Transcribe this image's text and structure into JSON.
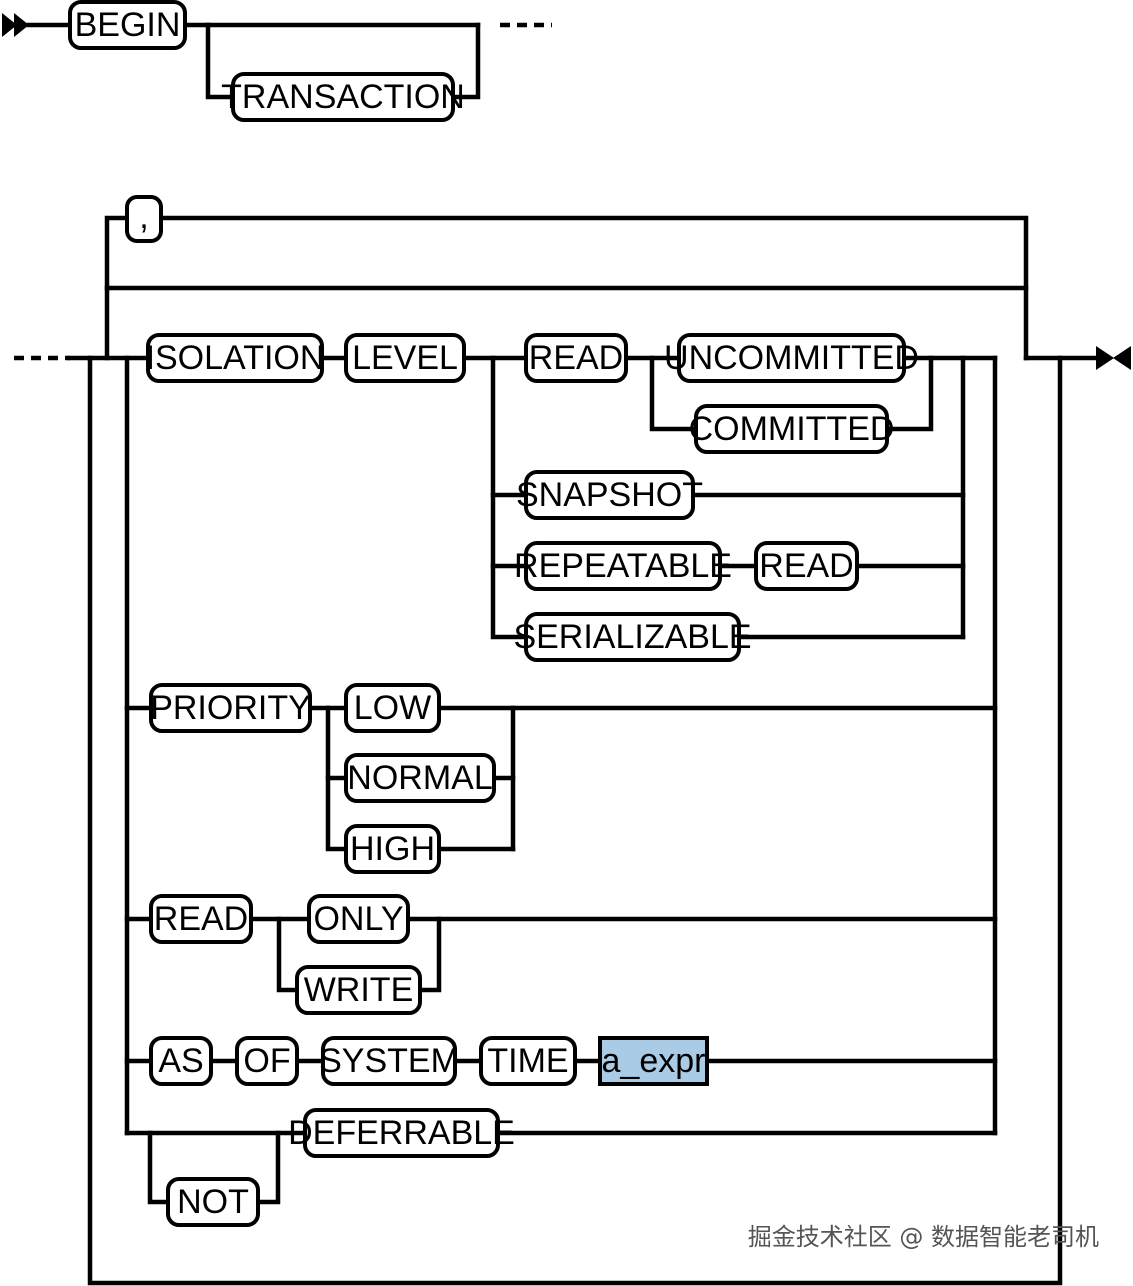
{
  "begin_statement": {
    "begin": "BEGIN",
    "transaction": "TRANSACTION"
  },
  "separator": ",",
  "isolation": {
    "isolation": "ISOLATION",
    "level": "LEVEL",
    "read": "READ",
    "uncommitted": "UNCOMMITTED",
    "committed": "COMMITTED",
    "snapshot": "SNAPSHOT",
    "repeatable": "REPEATABLE",
    "repeatable_read": "READ",
    "serializable": "SERIALIZABLE"
  },
  "priority": {
    "priority": "PRIORITY",
    "low": "LOW",
    "normal": "NORMAL",
    "high": "HIGH"
  },
  "access_mode": {
    "read": "READ",
    "only": "ONLY",
    "write": "WRITE"
  },
  "as_of": {
    "as": "AS",
    "of": "OF",
    "system": "SYSTEM",
    "time": "TIME",
    "expr": "a_expr"
  },
  "deferrable": {
    "not": "NOT",
    "deferrable": "DEFERRABLE"
  },
  "watermark": "掘金技术社区 @ 数据智能老司机",
  "colors": {
    "line": "#000000",
    "terminal_fill": "#ffffff",
    "nonterminal_fill": "#a9cbe6"
  }
}
